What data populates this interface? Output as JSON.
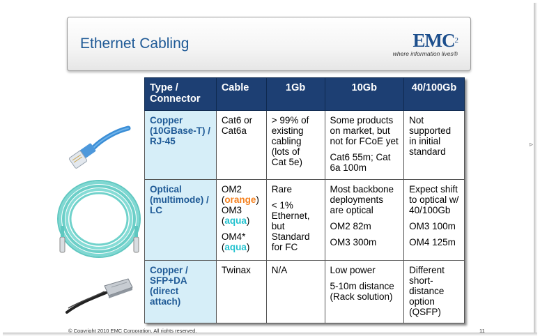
{
  "slide": {
    "title": "Ethernet Cabling",
    "logo": {
      "brand": "EMC",
      "superscript": "2",
      "tagline": "where information lives®"
    },
    "footer": {
      "copyright": "© Copyright 2010 EMC Corporation. All rights reserved.",
      "page": "11"
    }
  },
  "table": {
    "headers": [
      "Type / Connector",
      "Cable",
      "1Gb",
      "10Gb",
      "40/100Gb"
    ],
    "rows": [
      {
        "type": [
          "Copper",
          "(10GBase-T) /",
          "RJ-45"
        ],
        "cable": [
          "Cat6 or",
          "Cat6a"
        ],
        "g1": [
          "> 99% of",
          "existing",
          "cabling",
          "(lots of",
          "Cat 5e)"
        ],
        "g10a": [
          "Some products",
          "on market, but",
          "not for FCoE yet"
        ],
        "g10b": [
          "Cat6 55m; Cat",
          "6a 100m"
        ],
        "g40": [
          "Not",
          "supported",
          "in initial",
          "standard"
        ]
      },
      {
        "type": [
          "Optical",
          "(multimode) /",
          "LC"
        ],
        "cable": {
          "om2": "OM2",
          "om2_color": "orange",
          "om3": "OM3",
          "om3_color": "aqua",
          "om4": "OM4*",
          "om4_color": "aqua"
        },
        "g1a": "Rare",
        "g1b": [
          "< 1%",
          "Ethernet,",
          "but",
          "Standard",
          "for FC"
        ],
        "g10a": [
          "Most backbone",
          "deployments",
          "are optical"
        ],
        "g10b": "OM2 82m",
        "g10c": "OM3 300m",
        "g40a": [
          "Expect shift",
          "to optical w/",
          "40/100Gb"
        ],
        "g40b": "OM3 100m",
        "g40c": "OM4 125m"
      },
      {
        "type": [
          "Copper /",
          "SFP+DA",
          "(direct attach)"
        ],
        "cable": "Twinax",
        "g1": "N/A",
        "g10a": "Low power",
        "g10b": [
          "5-10m distance",
          "(Rack solution)"
        ],
        "g40": [
          "Different",
          "short-",
          "distance",
          "option",
          "(QSFP)"
        ]
      }
    ]
  },
  "colors": {
    "header_bg": "#1d3f73",
    "rowhead_bg": "#d6eef8",
    "title": "#1f5a96",
    "orange": "#f58220",
    "aqua": "#23c2cf"
  }
}
